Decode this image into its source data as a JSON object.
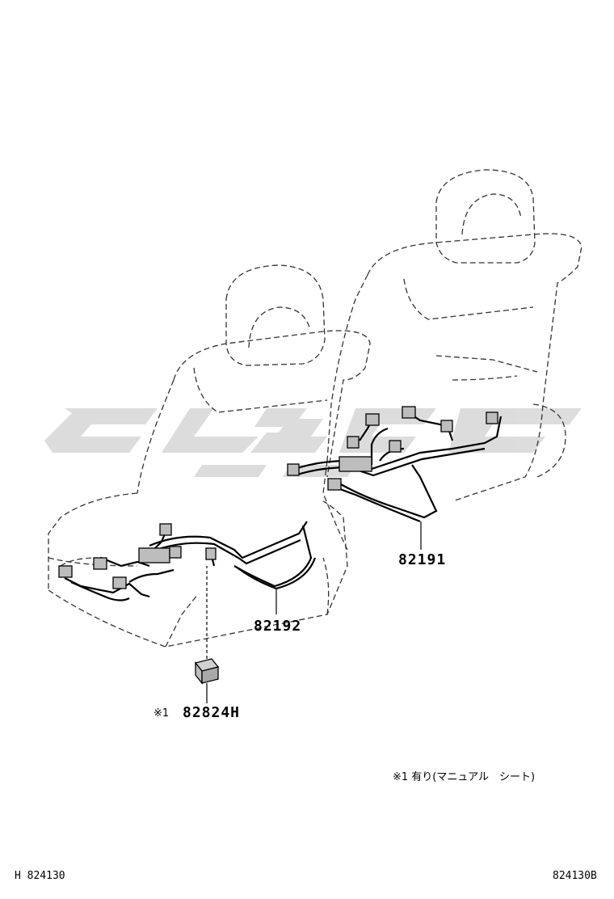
{
  "watermark": {
    "color": "#d9d9d9"
  },
  "parts": [
    {
      "id": "part-82191",
      "number": "82191"
    },
    {
      "id": "part-82192",
      "number": "82192"
    },
    {
      "id": "part-82824h",
      "number": "82824H",
      "marker": "※1"
    }
  ],
  "note": {
    "text": "※1 有り(マニュアル　シート)"
  },
  "footer": {
    "left_code": "H 824130",
    "right_code": "824130B"
  },
  "colors": {
    "line": "#000000",
    "dashed": "#333333",
    "connector_fill": "#bdbdbd"
  }
}
